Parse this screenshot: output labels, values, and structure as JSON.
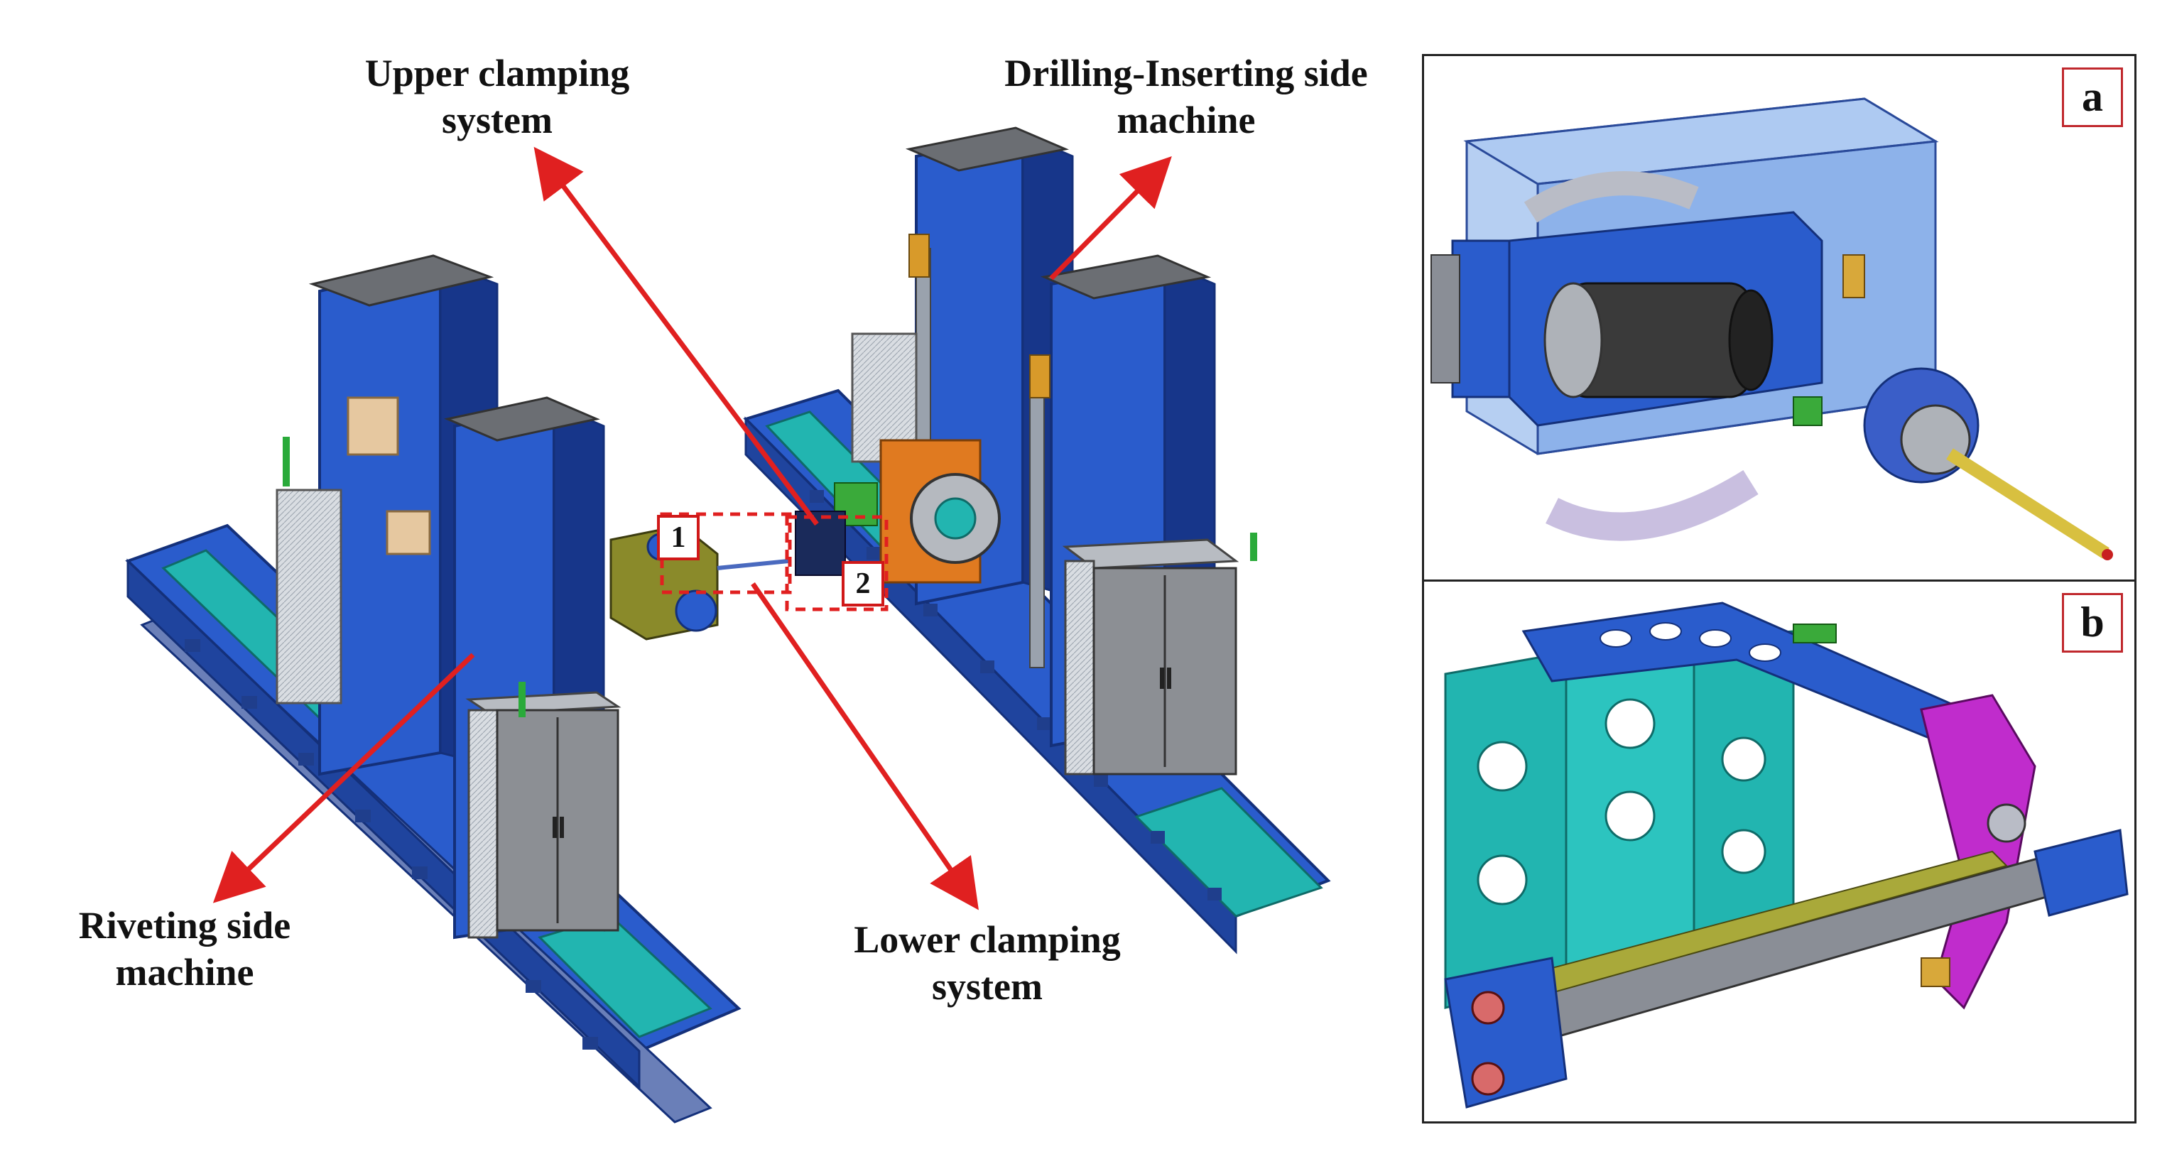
{
  "labels": {
    "upper_clamping": [
      "Upper clamping",
      "system"
    ],
    "drilling_inserting": [
      "Drilling-Inserting side",
      "machine"
    ],
    "riveting": [
      "Riveting side",
      "machine"
    ],
    "lower_clamping": [
      "Lower clamping",
      "system"
    ]
  },
  "markers": {
    "one": "1",
    "two": "2"
  },
  "panels": {
    "a": "a",
    "b": "b"
  },
  "colors": {
    "machine_blue": "#2a5ccc",
    "machine_blue_dark": "#17368a",
    "cabinet_gray": "#8c8f94",
    "teal": "#22b5b0",
    "arrow_red": "#e02020",
    "magenta": "#c02ccc",
    "orange": "#e07a20",
    "olive": "#8a8a2a"
  }
}
